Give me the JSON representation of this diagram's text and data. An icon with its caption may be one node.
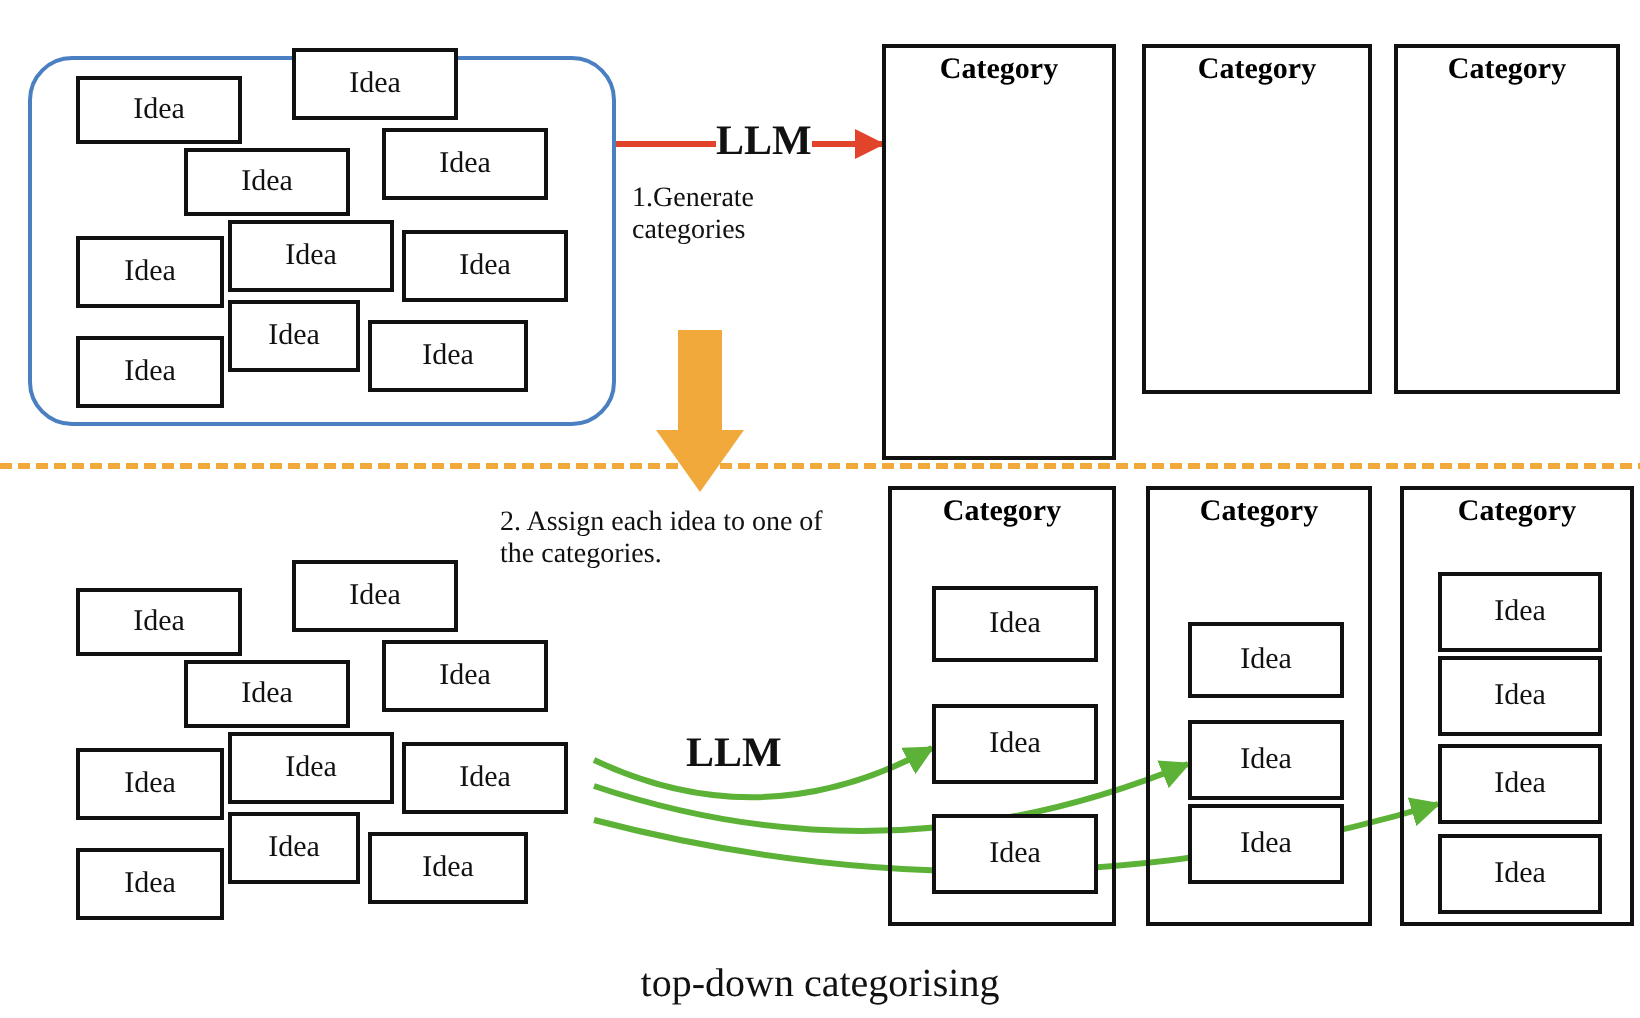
{
  "diagram": {
    "caption": "top-down categorising",
    "nodes": [
      {
        "text": [],
        "shape": "box"
      },
      {
        "text": [
          "Idea"
        ],
        "in": 0
      },
      {
        "text": [
          "Idea"
        ],
        "in": 0
      },
      {
        "text": [
          "Idea"
        ],
        "in": 0
      },
      {
        "text": [
          "Idea"
        ],
        "in": 0
      },
      {
        "text": [
          "Idea"
        ],
        "in": 0
      },
      {
        "text": [
          "Idea"
        ],
        "in": 0
      },
      {
        "text": [
          "Idea"
        ],
        "in": 0
      },
      {
        "text": [
          "Idea"
        ],
        "in": 0
      },
      {
        "text": [
          "Idea"
        ],
        "in": 0
      },
      {
        "text": [
          "Idea"
        ],
        "in": 0
      },
      {
        "text": [
          "Category"
        ]
      },
      {
        "text": [
          "Category"
        ]
      },
      {
        "text": [
          "Category"
        ]
      },
      {
        "text": [
          "Idea"
        ]
      },
      {
        "text": [
          "Idea"
        ]
      },
      {
        "text": [
          "Idea"
        ]
      },
      {
        "text": [
          "Idea"
        ]
      },
      {
        "text": [
          "Idea"
        ]
      },
      {
        "text": [
          "Idea"
        ]
      },
      {
        "text": [
          "Idea"
        ]
      },
      {
        "text": [
          "Idea"
        ]
      },
      {
        "text": [
          "Idea"
        ]
      },
      {
        "text": [
          "Idea"
        ]
      },
      {
        "text": [
          "Category"
        ]
      },
      {
        "text": [
          "Idea"
        ],
        "in": 24
      },
      {
        "text": [
          "Idea"
        ],
        "in": 24
      },
      {
        "text": [
          "Idea"
        ],
        "in": 24
      },
      {
        "text": [
          "Category"
        ]
      },
      {
        "text": [
          "Idea"
        ],
        "in": 28
      },
      {
        "text": [
          "Idea"
        ],
        "in": 28
      },
      {
        "text": [
          "Idea"
        ],
        "in": 28
      },
      {
        "text": [
          "Category"
        ]
      },
      {
        "text": [
          "Idea"
        ],
        "in": 32
      },
      {
        "text": [
          "Idea"
        ],
        "in": 32
      },
      {
        "text": [
          "Idea"
        ],
        "in": 32
      },
      {
        "text": [
          "Idea"
        ],
        "in": 32
      }
    ],
    "edges": [
      {
        "from": 0,
        "to": 11,
        "arrow": "to",
        "label": "LLM",
        "color": "#e2442b"
      },
      {
        "from": null,
        "to": 26,
        "arrow": "to"
      },
      {
        "from": null,
        "to": 30,
        "arrow": "to"
      },
      {
        "from": null,
        "to": 35,
        "arrow": "to"
      }
    ],
    "labels": [
      "1.Generate categories",
      "2. Assign each idea to one of the categories.",
      "LLM"
    ]
  }
}
